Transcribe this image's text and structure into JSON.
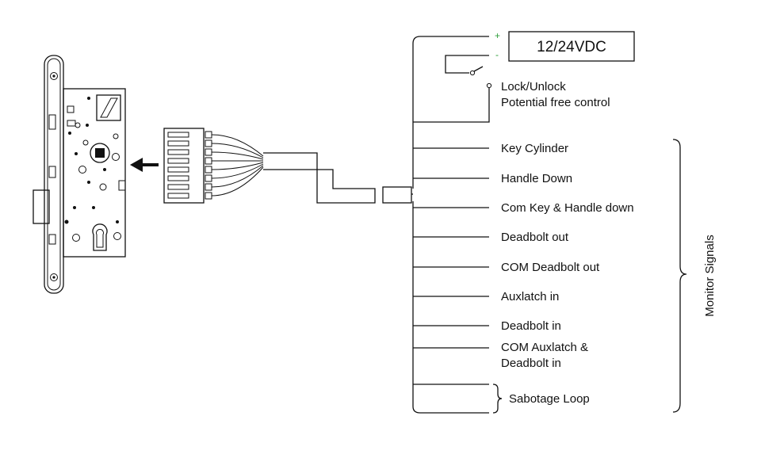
{
  "colors": {
    "line": "#111111",
    "terminal_sign": "#2e9e3a"
  },
  "power": {
    "plus": "+",
    "minus": "-",
    "label": "12/24VDC"
  },
  "control": {
    "line1": "Lock/Unlock",
    "line2": "Potential free control"
  },
  "signals": [
    {
      "lines": [
        "Key Cylinder"
      ]
    },
    {
      "lines": [
        "Handle Down"
      ]
    },
    {
      "lines": [
        "Com Key & Handle down"
      ]
    },
    {
      "lines": [
        "Deadbolt out"
      ]
    },
    {
      "lines": [
        "COM Deadbolt out"
      ]
    },
    {
      "lines": [
        "Auxlatch in"
      ]
    },
    {
      "lines": [
        "Deadbolt in"
      ]
    },
    {
      "lines": [
        "COM Auxlatch &",
        "Deadbolt in"
      ]
    }
  ],
  "sabotage": {
    "label": "Sabotage Loop"
  },
  "group": {
    "label": "Monitor Signals"
  },
  "icons": [
    "lock-body-icon",
    "arrow-left-icon",
    "connector-icon",
    "relay-switch-icon",
    "brace-icon"
  ]
}
